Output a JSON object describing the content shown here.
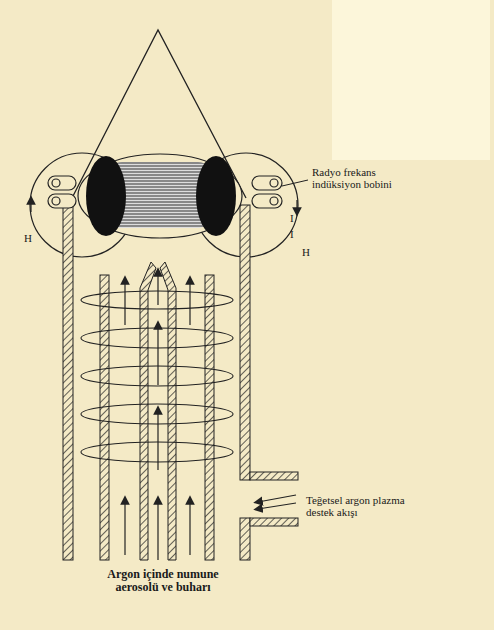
{
  "diagram": {
    "labels": [
      "Radyo frekans indüksiyon bobini",
      "I",
      "I",
      "H",
      "H",
      "Teğetsel argon plazma destek akışı",
      "Argon içinde numune aerosolü ve buharı"
    ]
  }
}
